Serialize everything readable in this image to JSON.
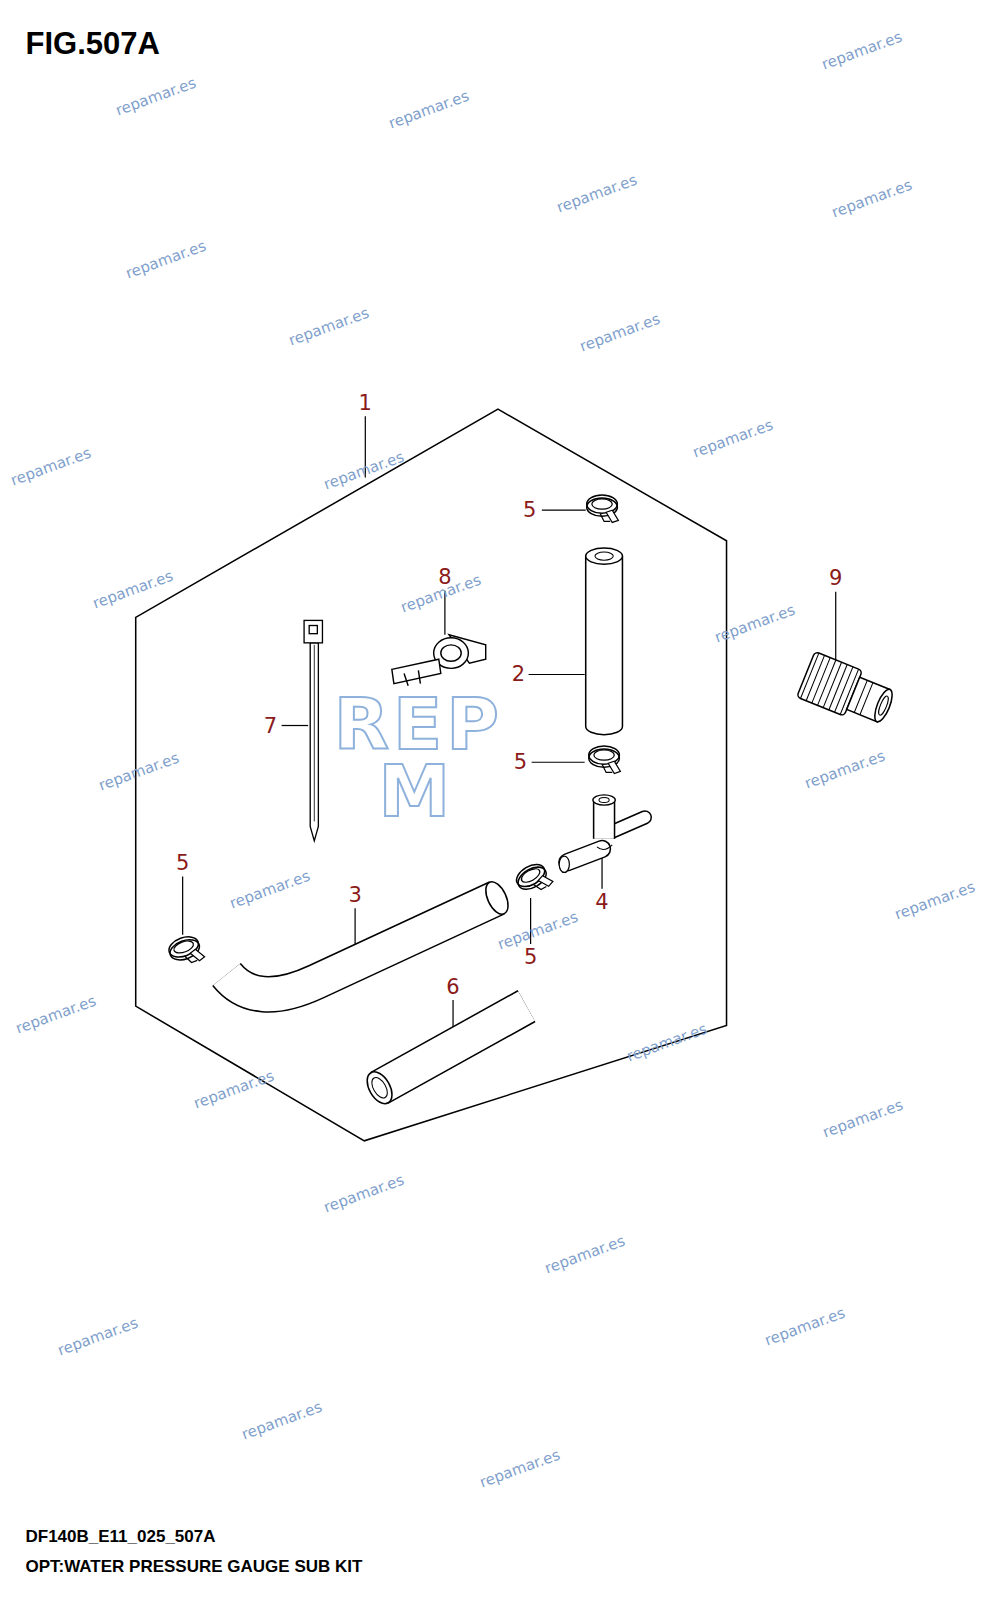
{
  "diagram": {
    "title": "FIG.507A",
    "caption": "OPT:WATER PRESSURE GAUGE SUB KIT",
    "labels": [
      "1",
      "5",
      "8",
      "9",
      "2",
      "7",
      "5",
      "5",
      "3",
      "4",
      "5",
      "6",
      "DF140B_E11_025_507A",
      "REP",
      "M",
      "repamar.es",
      "repamar.es",
      "repamar.es",
      "repamar.es",
      "repamar.es",
      "repamar.es",
      "repamar.es",
      "repamar.es",
      "repamar.es",
      "repamar.es",
      "repamar.es",
      "repamar.es",
      "repamar.es",
      "repamar.es",
      "repamar.es",
      "repamar.es",
      "repamar.es",
      "repamar.es",
      "repamar.es",
      "repamar.es",
      "repamar.es",
      "repamar.es",
      "repamar.es",
      "repamar.es",
      "repamar.es",
      "repamar.es",
      "repamar.es",
      "repamar.es",
      "repamar.es"
    ]
  }
}
